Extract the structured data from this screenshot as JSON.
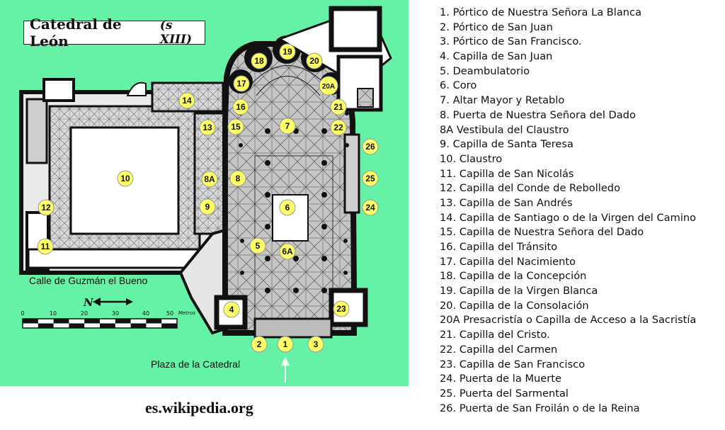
{
  "plan": {
    "title": "Catedral de León",
    "title_sub": "(s XIII)",
    "street_label": "Calle de Guzmán el Bueno",
    "plaza_label": "Plaza de la Catedral",
    "north_label": "N",
    "scale": {
      "unit": "Metros",
      "ticks": [
        "0",
        "10",
        "20",
        "30",
        "40",
        "50"
      ]
    },
    "badges": [
      "1",
      "2",
      "3",
      "4",
      "5",
      "6",
      "6A",
      "7",
      "8",
      "8A",
      "9",
      "10",
      "11",
      "12",
      "13",
      "14",
      "15",
      "16",
      "17",
      "18",
      "19",
      "20",
      "20A",
      "21",
      "22",
      "23",
      "24",
      "25",
      "26"
    ],
    "colors": {
      "background": "#66f2a6",
      "walls": "#111111",
      "floor": "#bdbdbd",
      "badge": "#ffff66"
    }
  },
  "credit": "es.wikipedia.org",
  "legend": [
    "1. Pórtico de Nuestra Señora La Blanca",
    "2. Pórtico de San Juan",
    "3. Pórtico de San Francisco.",
    "4. Capilla de San Juan",
    "5. Deambulatorio",
    "6. Coro",
    "7. Altar Mayor y Retablo",
    "8. Puerta de Nuestra Señora del Dado",
    "8A Vestibula del Claustro",
    "9. Capilla de Santa Teresa",
    "10. Claustro",
    "11. Capilla de San Nicolás",
    "12. Capilla del Conde de Rebolledo",
    "13. Capilla de San Andrés",
    "14. Capilla de Santiago o de la Virgen del Camino",
    "15. Capilla de Nuestra Señora del Dado",
    "16. Capilla del Tránsito",
    "17. Capilla del Nacimiento",
    "18. Capilla de la Concepción",
    "19. Capilla de la Virgen Blanca",
    "20. Capilla de la Consolación",
    "20A Presacristía o Capilla de Acceso a la Sacristía",
    "21. Capilla del Cristo.",
    "22. Capilla del Carmen",
    "23. Capilla de San Francisco",
    "24. Puerta de la Muerte",
    "25. Puerta del Sarmental",
    "26. Puerta de San Froilán o de la Reina"
  ]
}
